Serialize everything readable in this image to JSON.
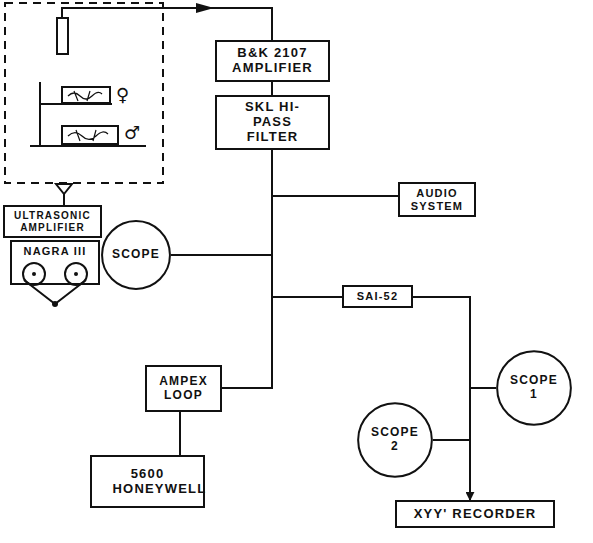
{
  "diagram": {
    "nodes": [
      {
        "text": [
          "B&K 2107 AMPLIFIER"
        ]
      },
      {
        "text": [
          "SKL HI-PASS FILTER"
        ]
      },
      {
        "text": [
          "AUDIO SYSTEM"
        ]
      },
      {
        "text": [
          "SCOPE"
        ]
      },
      {
        "text": [
          "SAI-52"
        ]
      },
      {
        "text": [
          "SCOPE 1"
        ]
      },
      {
        "text": [
          "SCOPE 2"
        ]
      },
      {
        "text": [
          "AMPEX LOOP"
        ]
      },
      {
        "text": [
          "5600 HONEYWELL"
        ]
      },
      {
        "text": [
          "XYY' RECORDER"
        ]
      },
      {
        "text": [
          "ULTRASONIC AMPLIFIER"
        ]
      },
      {
        "text": [
          "NAGRA III"
        ]
      }
    ],
    "edges": [
      {
        "from": 0,
        "to": 1,
        "arrow": "none"
      },
      {
        "from": 1,
        "to": 2,
        "arrow": "none"
      },
      {
        "from": 1,
        "to": 3,
        "arrow": "none"
      },
      {
        "from": 1,
        "to": 4,
        "arrow": "none"
      },
      {
        "from": 1,
        "to": 7,
        "arrow": "none"
      },
      {
        "from": 7,
        "to": 8,
        "arrow": "none"
      },
      {
        "from": 4,
        "to": 5,
        "arrow": "none"
      },
      {
        "from": 4,
        "to": 6,
        "arrow": "none"
      },
      {
        "from": 4,
        "to": 9,
        "arrow": "to"
      }
    ],
    "labels": [
      "♀",
      "♂"
    ]
  }
}
